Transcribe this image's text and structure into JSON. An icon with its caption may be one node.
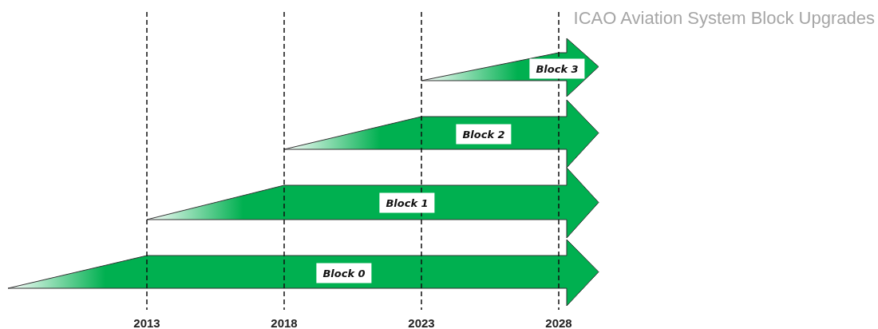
{
  "diagram": {
    "title": "ICAO Aviation System Block Upgrades",
    "nodes": [
      {
        "text": [
          "Block 3"
        ]
      },
      {
        "text": [
          "Block 2"
        ]
      },
      {
        "text": [
          "Block 1"
        ]
      },
      {
        "text": [
          "Block 0"
        ]
      }
    ],
    "labels": [
      "2013",
      "2018",
      "2023",
      "2028"
    ]
  }
}
